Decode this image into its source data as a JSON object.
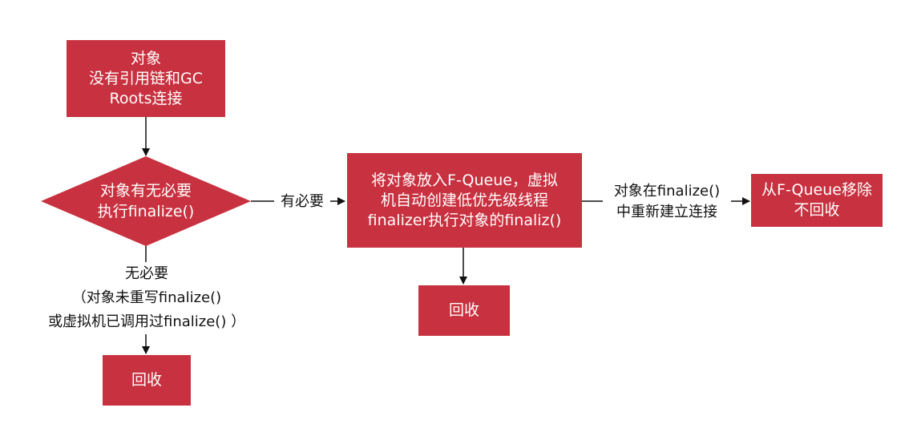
{
  "nodes": {
    "start": {
      "line1": "对象",
      "line2": "没有引用链和GC",
      "line3": "Roots连接"
    },
    "decision": {
      "line1": "对象有无必要",
      "line2": "执行finalize()"
    },
    "fqueue": {
      "line1": "将对象放入F-Queue，虚拟",
      "line2": "机自动创建低优先级线程",
      "line3": "finalizer执行对象的finaliz()"
    },
    "remove": {
      "line1": "从F-Queue移除",
      "line2": "不回收"
    },
    "reclaim_mid": {
      "label": "回收"
    },
    "reclaim_left": {
      "label": "回收"
    }
  },
  "edges": {
    "yes_label": "有必要",
    "no_label": {
      "line1": "无必要",
      "line2": "（对象未重写finalize()",
      "line3": "或虚拟机已调用过finalize() ）"
    },
    "relink_label": {
      "line1": "对象在finalize()",
      "line2": "中重新建立连接"
    }
  },
  "colors": {
    "node_fill": "#c8313f",
    "node_text": "#ffffff",
    "edge": "#111111"
  }
}
